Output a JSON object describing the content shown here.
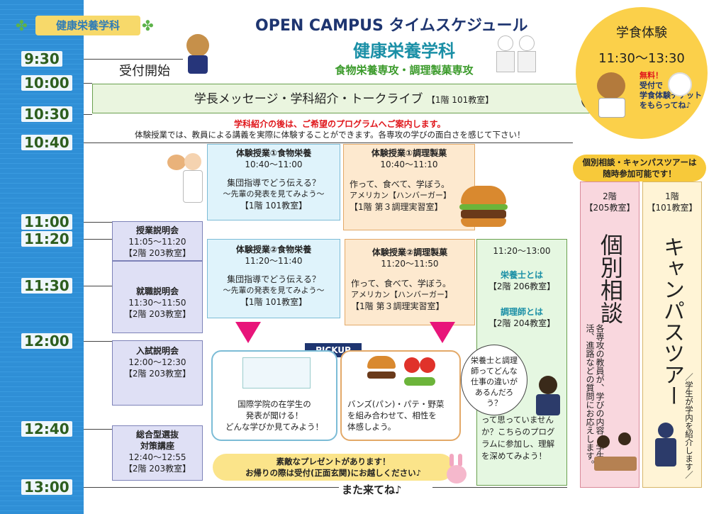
{
  "header": {
    "tag_label": "健康栄養学科",
    "main_title": "OPEN CAMPUS タイムスケジュール",
    "dept_title": "健康栄養学科",
    "majors": "食物栄養専攻・調理製菓専攻"
  },
  "times": [
    "9:30",
    "10:00",
    "10:30",
    "10:40",
    "11:00",
    "11:20",
    "11:30",
    "12:00",
    "12:40",
    "13:00"
  ],
  "reception": "受付開始",
  "main_session": {
    "label": "学長メッセージ・学科紹介・トークライブ",
    "room": "【1階 101教室】"
  },
  "notice": {
    "line1": "学科紹介の後は、ご希望のプログラムへご案内します。",
    "line2": "体験授業では、教員による講義を実際に体験することができます。各専攻の学びの面白さを感じて下さい！"
  },
  "cafeteria": {
    "title": "学食体験",
    "time": "11:30〜13:30",
    "note1": "無料！",
    "note2": "受付で",
    "note3": "学食体験チケット",
    "note4": "をもらってね♪"
  },
  "exp1_food": {
    "title": "体験授業①食物栄養",
    "time": "10:40〜11:00",
    "line1": "集団指導でどう伝える？",
    "line2": "〜先輩の発表を見てみよう〜",
    "room": "【1階 101教室】"
  },
  "exp1_cook": {
    "title": "体験授業①調理製菓",
    "time": "10:40〜11:10",
    "line1": "作って、食べて、学ぼう。",
    "line2": "アメリカン【ハンバーガー】",
    "room": "【1階 第３調理実習室】"
  },
  "exp2_food": {
    "title": "体験授業②食物栄養",
    "time": "11:20〜11:40",
    "line1": "集団指導でどう伝える？",
    "line2": "〜先輩の発表を見てみよう〜",
    "room": "【1階 101教室】"
  },
  "exp2_cook": {
    "title": "体験授業②調理製菓",
    "time": "11:20〜11:50",
    "line1": "作って、食べて、学ぼう。",
    "line2": "アメリカン【ハンバーガー】",
    "room": "【1階 第３調理実習室】"
  },
  "lectures": [
    {
      "title": "授業説明会",
      "time": "11:05〜11:20",
      "room": "【2階 203教室】"
    },
    {
      "title": "就職説明会",
      "time": "11:30〜11:50",
      "room": "【2階 203教室】"
    },
    {
      "title": "入試説明会",
      "time": "12:00〜12:30",
      "room": "【2階 203教室】"
    },
    {
      "title": "総合型選抜",
      "title2": "対策講座",
      "time": "12:40〜12:55",
      "room": "【2階 203教室】"
    }
  ],
  "career": {
    "time": "11:20〜13:00",
    "a_title": "栄養士とは",
    "a_room": "【2階 206教室】",
    "b_title": "調理師とは",
    "b_room": "【2階 204教室】",
    "bubble": "栄養士と調理師ってどんな仕事の違いがあるんだろう？",
    "text": "って思っていませんか？こちらのプログラムに参加し、理解を深めてみよう！"
  },
  "anytime": {
    "line1": "個別相談・キャンパスツアーは",
    "line2": "随時参加可能です！"
  },
  "consult": {
    "floor": "2階",
    "room": "【205教室】",
    "title": "個別相談",
    "desc": "各専攻の教員が、学びの内容、学生生活、進路などの質問にお応えします。"
  },
  "tour": {
    "floor": "1階",
    "room": "【101教室】",
    "title": "キャンパスツアー",
    "desc": "／学生が学内を紹介します／"
  },
  "pickup": {
    "label": "PICKUP",
    "left1": "国際学院の在学生の",
    "left2": "発表が聞ける！",
    "left3": "どんな学びか見てみよう！",
    "right1": "バンズ(パン)・パテ・野菜",
    "right2": "を組み合わせて、相性を",
    "right3": "体感しよう。"
  },
  "present": {
    "line1": "素敵なプレゼントがあります！",
    "line2": "お帰りの際は受付(正面玄関)にお越しください♪"
  },
  "closing": "また来てね♪",
  "colors": {
    "green": "#2d5e1e",
    "red": "#e0161b",
    "teal": "#1a8fa6",
    "navy": "#1e3570",
    "ruler": "#2f8fd6"
  }
}
